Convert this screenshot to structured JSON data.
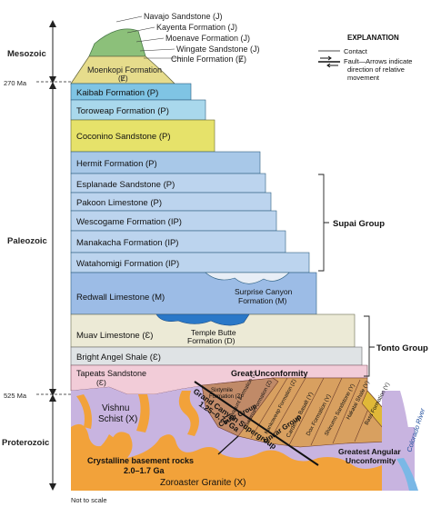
{
  "eras": {
    "mesozoic": "Mesozoic",
    "paleozoic": "Paleozoic",
    "proterozoic": "Proterozoic"
  },
  "ages": {
    "a270": "270 Ma",
    "a525": "525 Ma"
  },
  "explanation": {
    "title": "EXPLANATION",
    "contact": "Contact",
    "fault_line1": "Fault—Arrows indicate",
    "fault_line2": "direction of relative",
    "fault_line3": "movement"
  },
  "mesozoic_units": {
    "navajo": "Navajo Sandstone (J)",
    "kayenta": "Kayenta Formation (J)",
    "moenave": "Moenave Formation (J)",
    "wingate": "Wingate Sandstone (J)",
    "chinle": "Chinle Formation (Ɇ)",
    "moenkopi_line1": "Moenkopi Formation",
    "moenkopi_line2": "(Ɇ)"
  },
  "layers": {
    "kaibab": "Kaibab Formation (P)",
    "toroweap": "Toroweap Formation (P)",
    "coconino": "Coconino Sandstone (P)",
    "hermit": "Hermit Formation (P)",
    "esplanade": "Esplanade Sandstone (P)",
    "pakoon": "Pakoon Limestone (P)",
    "wescogame": "Wescogame Formation (IP)",
    "manakacha": "Manakacha Formation (IP)",
    "watahomigi": "Watahomigi Formation (IP)",
    "redwall": "Redwall Limestone (M)",
    "surprise_line1": "Surprise Canyon",
    "surprise_line2": "Formation (M)",
    "muav": "Muav Limestone (Ɛ)",
    "temple_line1": "Temple Butte",
    "temple_line2": "Formation (D)",
    "bright_angel": "Bright Angel Shale (Ɛ)",
    "tapeats_line1": "Tapeats Sandstone",
    "tapeats_line2": "(Ɛ)"
  },
  "groups": {
    "supai": "Supai Group",
    "tonto": "Tonto Group"
  },
  "basement": {
    "great_unconformity": "Great Unconformity",
    "vishnu_line1": "Vishnu",
    "vishnu_line2": "Schist (X)",
    "crystalline_line1": "Crystalline basement rocks",
    "crystalline_line2": "2.0–1.7 Ga",
    "zoroaster": "Zoroaster Granite (X)",
    "supergroup_line1": "Grand Canyon Supergroup",
    "supergroup_line2": "1.25–0.74 Ga",
    "chuar": "Chuar Group",
    "unkar": "Unkar Group",
    "sixtymile_line1": "Sixtymile",
    "sixtymile_line2": "Formation (Z)",
    "kwagunt": "Kwagunt Formation (Z)",
    "galeros": "Galeros Formation (Z)",
    "nankoweap": "Nankoweap Formation (Z)",
    "cardenas": "Cardenas Basalt (Y)",
    "dox": "Dox Formation (Y)",
    "shinumo": "Shinumo Sandstone (Y)",
    "hakatai": "Hakatai Shale (Y)",
    "bass": "Bass Formation (Y)",
    "angular_line1": "Greatest Angular",
    "angular_line2": "Unconformity",
    "river": "Colorado River"
  },
  "footer": {
    "note": "Not to scale"
  },
  "colors": {
    "mesozoic_top": "#8cc07a",
    "moenkopi": "#e6dc8c",
    "kaibab": "#7fc4e4",
    "toroweap": "#a9d8ec",
    "coconino": "#e6e26a",
    "hermit": "#a8c8e8",
    "supai": "#bcd4ee",
    "redwall": "#9cbce6",
    "muav": "#ecead6",
    "temple_butte": "#2a78c8",
    "bright_angel": "#dfe3e5",
    "tapeats": "#f2ccd8",
    "basement": "#c8b4e0",
    "granite": "#f2a23a",
    "unkar": "#d8a060",
    "chuar": "#c08a68",
    "bass": "#e0b838"
  }
}
